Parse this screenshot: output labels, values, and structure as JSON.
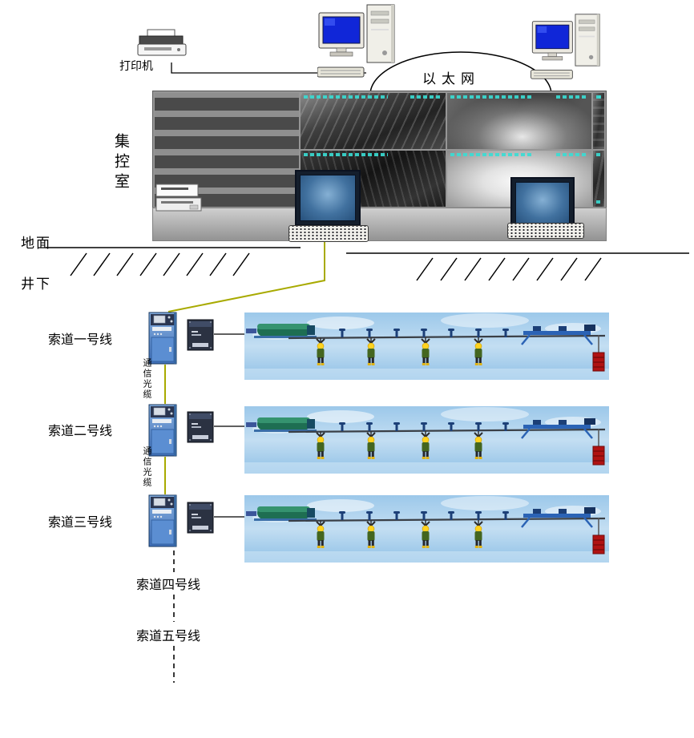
{
  "top": {
    "printer_label": "打印机",
    "ethernet_label": "以太网"
  },
  "control_room": {
    "label": "集控室"
  },
  "ground": {
    "surface_label": "地面",
    "underground_label": "井下"
  },
  "cableways": {
    "fiber_label": "通信光缆",
    "rows": [
      {
        "label": "索道一号线"
      },
      {
        "label": "索道二号线"
      },
      {
        "label": "索道三号线"
      }
    ],
    "future": [
      {
        "label": "索道四号线"
      },
      {
        "label": "索道五号线"
      }
    ]
  },
  "colors": {
    "fiber_cable": "#a8aa00",
    "sky_blue": "#9cc8ea",
    "pc_screen_blue": "#1026d8",
    "workstation_screen": "#41719f",
    "tension_weight_red": "#b01212",
    "wall_gray": "#969696"
  }
}
